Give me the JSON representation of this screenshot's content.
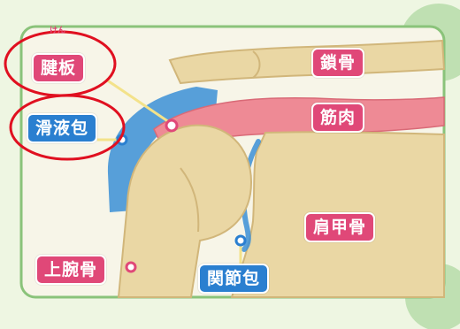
{
  "labels": {
    "ken_ban": "腱板",
    "ken_furigana": "けん",
    "katsuekihou": "滑液包",
    "sakotsu": "鎖骨",
    "kinniku": "筋肉",
    "kenkoukotsu": "肩甲骨",
    "jouwankotsu": "上腕骨",
    "kansetsuhou": "関節包"
  },
  "colors": {
    "bone": "#ead7a4",
    "bone_shadow": "#d1b67a",
    "muscle": "#ee8a95",
    "bursa": "#3b8fd6",
    "label_pink": "#e04878",
    "label_blue": "#2a7fd0",
    "frame_green": "#8ac37a",
    "annotation_red": "#e01020"
  }
}
